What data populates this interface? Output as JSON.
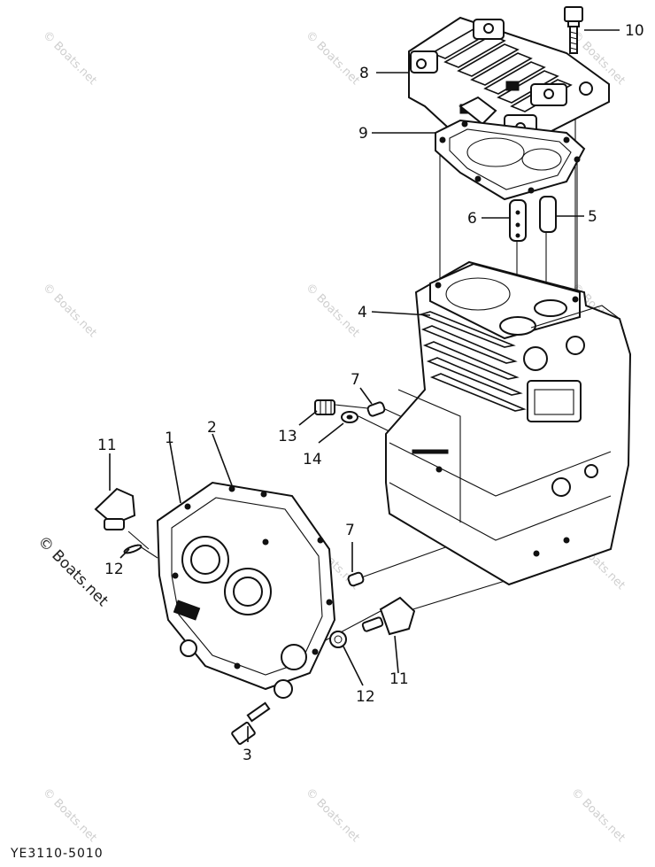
{
  "labels": {
    "p1": "1",
    "p2": "2",
    "p3": "3",
    "p4": "4",
    "p5": "5",
    "p6": "6",
    "p7a": "7",
    "p7b": "7",
    "p8": "8",
    "p9": "9",
    "p10": "10",
    "p11a": "11",
    "p11b": "11",
    "p12a": "12",
    "p12b": "12",
    "p13": "13",
    "p14": "14"
  },
  "watermarks": {
    "main": "© Boats.net",
    "faint": "© Boats.net"
  },
  "drawing_code": "YE3110-5010",
  "icons": {
    "cylinder_head": "cylinder-head-icon",
    "crankcase": "crankcase-icon",
    "crankcase_cover": "crankcase-cover-icon",
    "oil_filler_cap": "oil-filler-cap-icon",
    "bolt": "bolt-icon"
  }
}
